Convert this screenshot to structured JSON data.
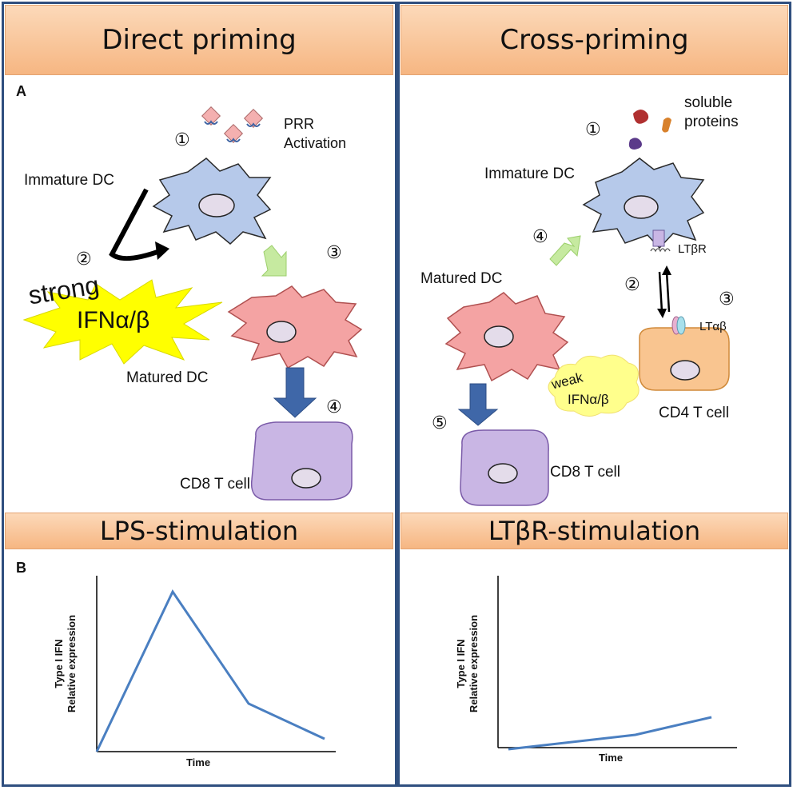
{
  "panel_letters": {
    "a": "A",
    "b": "B"
  },
  "left": {
    "header": "Direct priming",
    "stimulation": "LPS-stimulation",
    "steps": {
      "s1": "①",
      "s2": "②",
      "s3": "③",
      "s4": "④"
    },
    "prr_activation": "PRR\nActivation",
    "immature_dc": "Immature DC",
    "matured_dc": "Matured DC",
    "cd8": "CD8 T cell",
    "strong_word": "strong",
    "ifn_strong": "IFNα/β"
  },
  "right": {
    "header": "Cross-priming",
    "stimulation": "LTβR-stimulation",
    "steps": {
      "s1": "①",
      "s2": "②",
      "s3": "③",
      "s4": "④",
      "s5": "⑤"
    },
    "soluble_proteins": "soluble\nproteins",
    "immature_dc": "Immature DC",
    "matured_dc": "Matured DC",
    "ltbr": "LTβR",
    "ltab": "LTαβ",
    "weak_word": "weak",
    "ifn_weak": "IFNα/β",
    "cd4": "CD4 T cell",
    "cd8": "CD8 T cell"
  },
  "colors": {
    "header_fill": "#f8c39a",
    "border": "#2f4f7f",
    "immature_dc": "#b6c9ea",
    "matured_dc": "#f4a3a3",
    "cd8_cell": "#c9b6e4",
    "cd4_cell": "#f9c590",
    "arrow_blue": "#3f67a8",
    "arrow_green": "#c6eaa0",
    "burst_yellow": "#ffff00",
    "line": "#4a7fc1"
  },
  "chart_data": [
    {
      "type": "line",
      "x": [
        0,
        1,
        2,
        3
      ],
      "values": [
        0,
        1.0,
        0.3,
        0.08
      ],
      "xlabel": "Time",
      "ylabel": "Type I IFN\nRelative expression",
      "ylim": [
        0,
        1.05
      ],
      "grid": false
    },
    {
      "type": "line",
      "x": [
        0,
        1.25,
        2.0
      ],
      "values": [
        0,
        0.09,
        0.2
      ],
      "xlabel": "Time",
      "ylabel": "Type I IFN\nRelative expression",
      "ylim": [
        0,
        1.05
      ],
      "grid": false
    }
  ]
}
